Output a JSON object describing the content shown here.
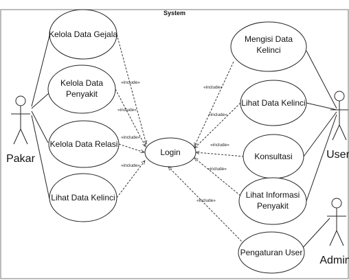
{
  "title": "System",
  "actors": {
    "pakar": "Pakar",
    "user": "User",
    "admin": "Admin"
  },
  "use_cases": {
    "kelola_gejala": [
      "Kelola Data Gejala"
    ],
    "kelola_penyakit": [
      "Kelola Data",
      "Penyakit"
    ],
    "kelola_relasi": [
      "Kelola Data Relasi"
    ],
    "lihat_kelinci_left": [
      "Lihat Data Kelinci"
    ],
    "login": [
      "Login"
    ],
    "mengisi_kelinci": [
      "Mengisi Data",
      "Kelinci"
    ],
    "lihat_kelinci_right": [
      "Lihat Data Kelinci"
    ],
    "konsultasi": [
      "Konsultasi"
    ],
    "lihat_informasi": [
      "Lihat Informasi",
      "Penyakit"
    ],
    "pengaturan_user": [
      "Pengaturan User"
    ]
  },
  "include_label": "«include»"
}
